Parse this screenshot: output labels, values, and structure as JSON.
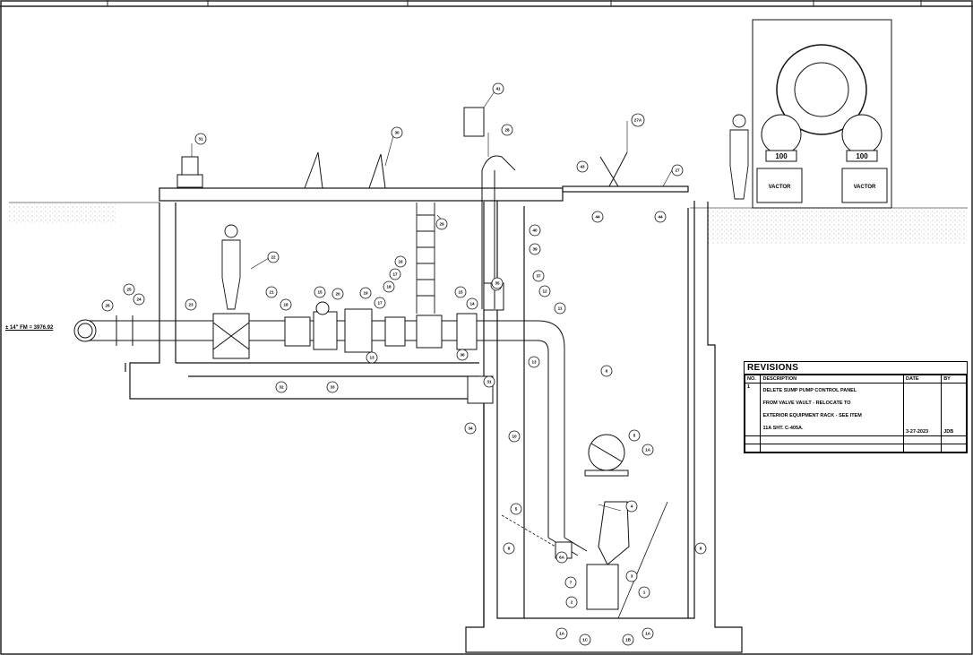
{
  "inlet_label": "± 14\" FM = 3976.92",
  "revisions": {
    "title": "REVISIONS",
    "headers": {
      "no": "NO.",
      "description": "DESCRIPTION",
      "date": "DATE",
      "by": "BY"
    },
    "rows": [
      {
        "no": "1",
        "description_lines": [
          "DELETE SUMP PUMP CONTROL PANEL",
          "FROM VALVE VAULT - RELOCATE TO",
          "EXTERIOR EQUIPMENT RACK - SEE ITEM",
          "11A SHT. C-405A."
        ],
        "date": "3-27-2023",
        "by": "JDB"
      }
    ]
  },
  "truck_text": {
    "left_panel": "VACTOR",
    "right_panel": "VACTOR",
    "left_number": "100",
    "right_number": "100"
  },
  "callouts": [
    {
      "label": "31"
    },
    {
      "label": "30"
    },
    {
      "label": "41"
    },
    {
      "label": "28"
    },
    {
      "label": "27A"
    },
    {
      "label": "27"
    },
    {
      "label": "43"
    },
    {
      "label": "29"
    },
    {
      "label": "44"
    },
    {
      "label": "44"
    },
    {
      "label": "40"
    },
    {
      "label": "22"
    },
    {
      "label": "39"
    },
    {
      "label": "26"
    },
    {
      "label": "25"
    },
    {
      "label": "24"
    },
    {
      "label": "23"
    },
    {
      "label": "21"
    },
    {
      "label": "18"
    },
    {
      "label": "15"
    },
    {
      "label": "20"
    },
    {
      "label": "19"
    },
    {
      "label": "17"
    },
    {
      "label": "16"
    },
    {
      "label": "18"
    },
    {
      "label": "17"
    },
    {
      "label": "15"
    },
    {
      "label": "38"
    },
    {
      "label": "14"
    },
    {
      "label": "37"
    },
    {
      "label": "12"
    },
    {
      "label": "11"
    },
    {
      "label": "13"
    },
    {
      "label": "13"
    },
    {
      "label": "35"
    },
    {
      "label": "36"
    },
    {
      "label": "32"
    },
    {
      "label": "33"
    },
    {
      "label": "31"
    },
    {
      "label": "34"
    },
    {
      "label": "6"
    },
    {
      "label": "10"
    },
    {
      "label": "5"
    },
    {
      "label": "1A"
    },
    {
      "label": "4"
    },
    {
      "label": "5"
    },
    {
      "label": "8"
    },
    {
      "label": "6A"
    },
    {
      "label": "7"
    },
    {
      "label": "3"
    },
    {
      "label": "9"
    },
    {
      "label": "1"
    },
    {
      "label": "2"
    },
    {
      "label": "1A"
    },
    {
      "label": "1C"
    },
    {
      "label": "1B"
    },
    {
      "label": "1A"
    }
  ]
}
